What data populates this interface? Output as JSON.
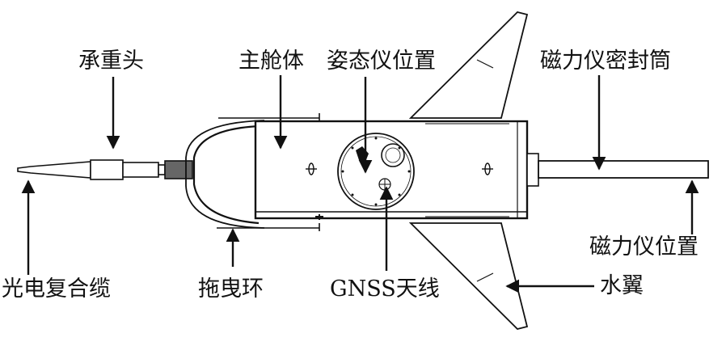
{
  "labels": {
    "bearing_head": "承重头",
    "main_hull": "主舱体",
    "attitude_position": "姿态仪位置",
    "mag_sealed_tube": "磁力仪密封筒",
    "mag_position": "磁力仪位置",
    "photoelectric_cable": "光电复合缆",
    "tow_ring": "拖曳环",
    "gnss_antenna": "GNSS天线",
    "hydrofoil": "水翼"
  }
}
